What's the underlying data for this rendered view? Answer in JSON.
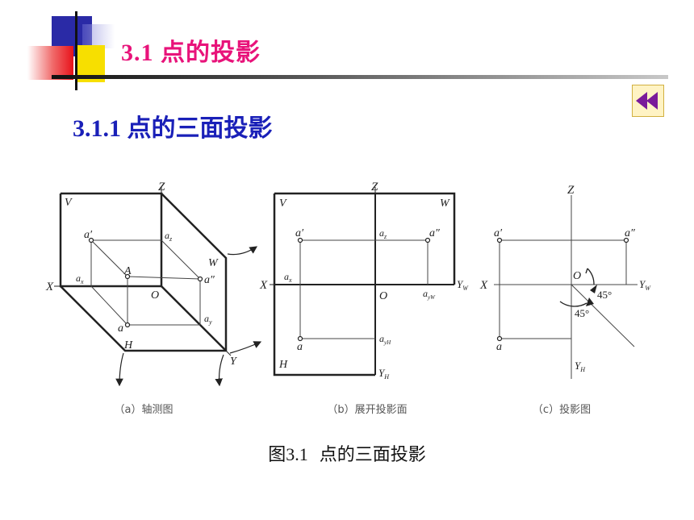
{
  "header": {
    "title": "3.1 点的投影"
  },
  "subtitle": "3.1.1  点的三面投影",
  "nav": {
    "back_icon": "double-left-arrow-icon",
    "back_color": "#7a1a9a"
  },
  "colors": {
    "header_title": "#e8137a",
    "subtitle": "#1a20b8"
  },
  "figure": {
    "caption_prefix": "图",
    "caption_number": "3.1",
    "caption_text": "  点的三面投影",
    "panels": [
      {
        "caption": "（a）轴测图",
        "labels": {
          "V": "V",
          "H": "H",
          "W": "W",
          "X": "X",
          "Y": "Y",
          "Z": "Z",
          "O": "O",
          "A": "A",
          "a1": "a′",
          "a2": "a″",
          "a": "a",
          "ax": "a",
          "ax_sub": "x",
          "ay": "a",
          "ay_sub": "y",
          "az": "a",
          "az_sub": "z"
        }
      },
      {
        "caption": "（b）展开投影面",
        "labels": {
          "V": "V",
          "H": "H",
          "W": "W",
          "X": "X",
          "Z": "Z",
          "O": "O",
          "YW": "Y",
          "YW_sub": "W",
          "YH": "Y",
          "YH_sub": "H",
          "a1": "a′",
          "a2": "a″",
          "a": "a",
          "ax": "a",
          "ax_sub": "x",
          "az": "a",
          "az_sub": "z",
          "ayw": "a",
          "ayw_sub": "yW",
          "ayh": "a",
          "ayh_sub": "yH"
        }
      },
      {
        "caption": "（c）投影图",
        "labels": {
          "X": "X",
          "Z": "Z",
          "O": "O",
          "YW": "Y",
          "YW_sub": "W",
          "YH": "Y",
          "YH_sub": "H",
          "a1": "a′",
          "a2": "a″",
          "a": "a",
          "angle1": "45°",
          "angle2": "45°"
        }
      }
    ]
  }
}
